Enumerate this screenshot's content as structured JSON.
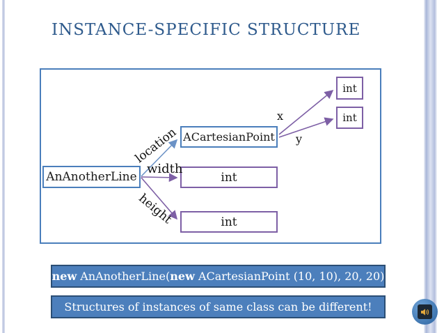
{
  "slide": {
    "title": "INSTANCE-SPECIFIC STRUCTURE",
    "colors": {
      "title_text": "#2e5a8c",
      "frame_border": "#4a7ebb",
      "node_blue_border": "#4a7ebb",
      "node_purple_border": "#7d5fa5",
      "arrow_blue": "#6b92c6",
      "arrow_purple": "#7d5fa5",
      "banner_fill": "#4c7fbc",
      "banner_border": "#2b4e75",
      "banner_text": "#ffffff",
      "audio_circle": "#3c73ae",
      "audio_speaker_gold": "#e0a63c"
    }
  },
  "diagram": {
    "boxes": [
      {
        "id": "AnAnotherLine",
        "label": "AnAnotherLine",
        "style": "blue"
      },
      {
        "id": "ACartesianPoint",
        "label": "ACartesianPoint",
        "style": "blue"
      },
      {
        "id": "int-width",
        "label": "int",
        "style": "purple"
      },
      {
        "id": "int-height",
        "label": "int",
        "style": "purple"
      },
      {
        "id": "int-x",
        "label": "int",
        "style": "purple"
      },
      {
        "id": "int-y",
        "label": "int",
        "style": "purple"
      }
    ],
    "edges": [
      {
        "label": "location",
        "from": "AnAnotherLine",
        "to": "ACartesianPoint",
        "color": "blue"
      },
      {
        "label": "width",
        "from": "AnAnotherLine",
        "to": "int-width",
        "color": "purple"
      },
      {
        "label": "height",
        "from": "AnAnotherLine",
        "to": "int-height",
        "color": "purple"
      },
      {
        "label": "x",
        "from": "ACartesianPoint",
        "to": "int-x",
        "color": "purple"
      },
      {
        "label": "y",
        "from": "ACartesianPoint",
        "to": "int-y",
        "color": "purple"
      }
    ]
  },
  "banners": {
    "code": {
      "segments": [
        {
          "text": "new",
          "bold": true
        },
        {
          "text": " AnAnotherLine(",
          "bold": false
        },
        {
          "text": "new",
          "bold": true
        },
        {
          "text": " ACartesianPoint (10, 10), 20, 20)",
          "bold": false
        }
      ]
    },
    "note": "Structures of instances of same class can be different!"
  }
}
